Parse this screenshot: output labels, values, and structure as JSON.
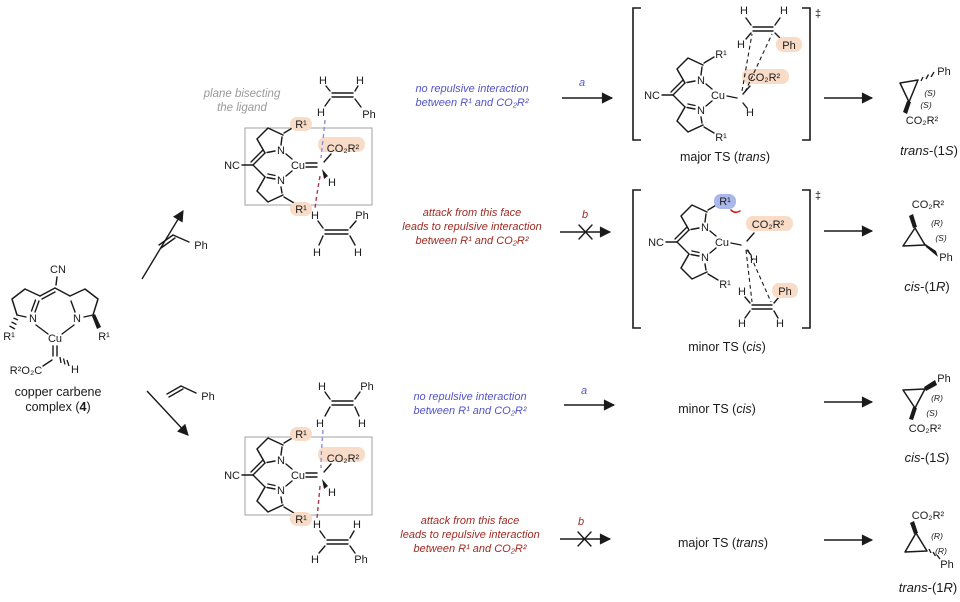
{
  "atoms": {
    "H": "H",
    "Ph": "Ph",
    "N": "N",
    "Cu": "Cu",
    "NC": "NC",
    "CN": "CN",
    "R1": "R¹",
    "CO2R2": "CO₂R²",
    "R2O2C": "R²O₂C"
  },
  "stereo": {
    "S": "(S)",
    "R": "(R)"
  },
  "symbols": {
    "double_dagger": "‡"
  },
  "plane_note": {
    "line1": "plane bisecting",
    "line2": "the ligand"
  },
  "blue_note": {
    "line1": "no repulsive interaction",
    "line2": "between R¹ and CO₂R²"
  },
  "red_note": {
    "line1": "attack from this face",
    "line2": "leads to repulsive interaction",
    "line3": "between R¹ and CO₂R²"
  },
  "arrow_labels": {
    "a": "a",
    "b": "b"
  },
  "ts_labels": {
    "major_trans": {
      "prefix": "major TS (",
      "italic": "trans",
      "suffix": ")"
    },
    "minor_cis": {
      "prefix": "minor TS (",
      "italic": "cis",
      "suffix": ")"
    }
  },
  "products": {
    "trans_1S": {
      "italic1": "trans",
      "mid": "-(1",
      "italic2": "S",
      "suffix": ")"
    },
    "cis_1R": {
      "italic1": "cis",
      "mid": "-(1",
      "italic2": "R",
      "suffix": ")"
    },
    "cis_1S": {
      "italic1": "cis",
      "mid": "-(1",
      "italic2": "S",
      "suffix": ")"
    },
    "trans_1R": {
      "italic1": "trans",
      "mid": "-(1",
      "italic2": "R",
      "suffix": ")"
    }
  },
  "complex_label": {
    "line1": "copper carbene",
    "line2_prefix": "complex (",
    "line2_bold": "4",
    "line2_suffix": ")"
  },
  "colors": {
    "blue_note": "#5353c8",
    "red_note": "#9e2a22",
    "gray_note": "#999999",
    "peach_highlight": "#f9dcc7",
    "blue_highlight": "#aab7ea",
    "blue_dashed_line": "#8a90dd",
    "red_dashed_line": "#a63950",
    "structure_black": "#1a1a1a",
    "box_gray": "#b0b0b0",
    "repulsion_arc_red": "#cc2222"
  }
}
